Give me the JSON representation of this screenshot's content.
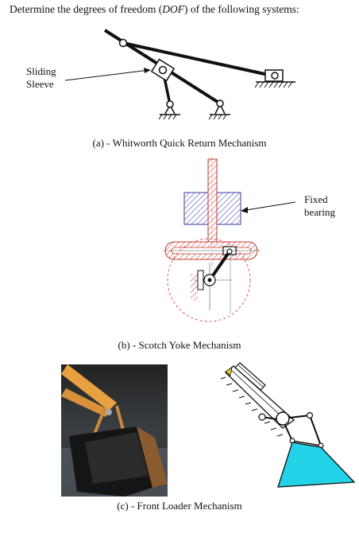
{
  "prompt": {
    "before": "Determine the degrees of freedom (",
    "abbr": "DOF",
    "after": ") of the following systems:"
  },
  "figure_a": {
    "label_line1": "Sliding",
    "label_line2": "Sleeve",
    "caption": "(a) - Whitworth Quick Return Mechanism"
  },
  "figure_b": {
    "label_line1": "Fixed",
    "label_line2": "bearing",
    "caption": "(b)  - Scotch Yoke Mechanism"
  },
  "figure_c": {
    "caption": "(c) - Front Loader Mechanism"
  },
  "colors": {
    "hatch_red": "#d9534f",
    "hatch_blue": "#5b5bc8",
    "bucket_fill": "#22d3e8",
    "photo_arm": "#e8a040"
  }
}
